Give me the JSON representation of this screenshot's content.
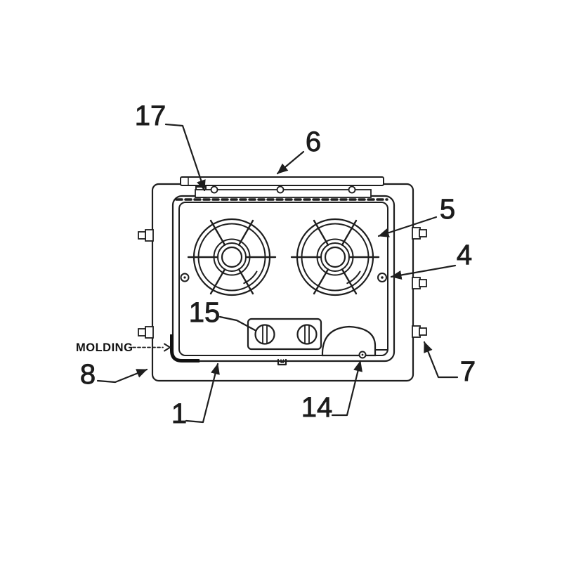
{
  "figure": {
    "background_color": "#ffffff",
    "line_color": "#1e1e1e",
    "callouts": {
      "c17": {
        "label": "17"
      },
      "c6": {
        "label": "6"
      },
      "c5": {
        "label": "5"
      },
      "c4": {
        "label": "4"
      },
      "c15": {
        "label": "15"
      },
      "c8": {
        "label": "8"
      },
      "c1": {
        "label": "1"
      },
      "c14": {
        "label": "14"
      },
      "c7": {
        "label": "7"
      },
      "molding": {
        "label": "MOLDING"
      }
    }
  }
}
